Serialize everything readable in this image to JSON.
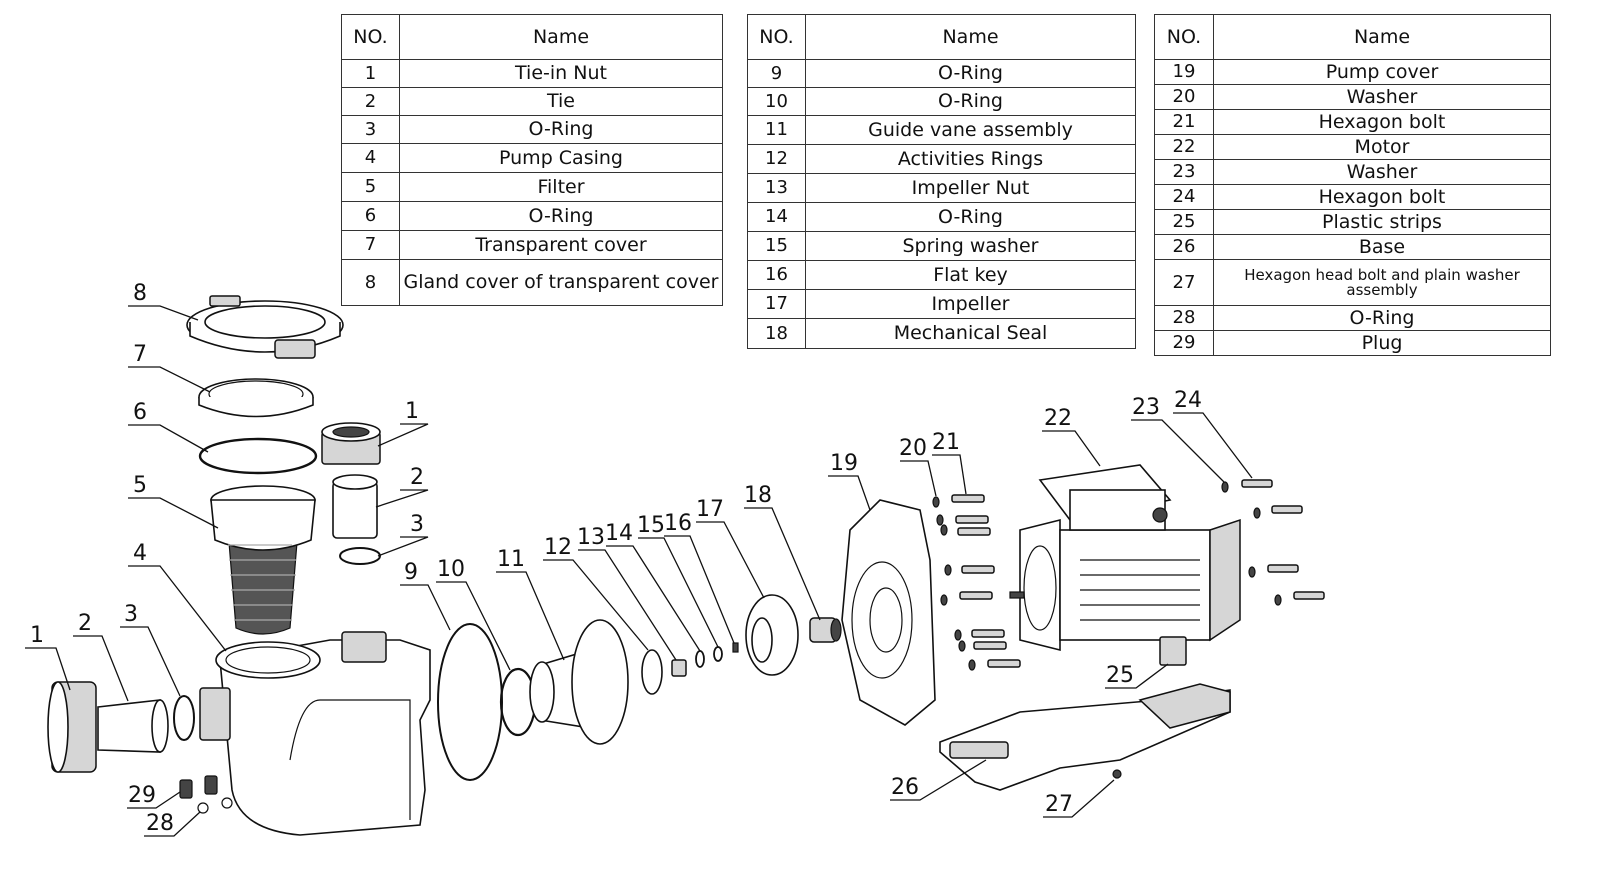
{
  "tables": [
    {
      "header": {
        "no": "NO.",
        "name": "Name"
      },
      "rows": [
        {
          "no": "1",
          "name": "Tie-in Nut"
        },
        {
          "no": "2",
          "name": "Tie"
        },
        {
          "no": "3",
          "name": "O-Ring"
        },
        {
          "no": "4",
          "name": "Pump Casing"
        },
        {
          "no": "5",
          "name": "Filter"
        },
        {
          "no": "6",
          "name": "O-Ring"
        },
        {
          "no": "7",
          "name": "Transparent cover"
        },
        {
          "no": "8",
          "name": "Gland cover of transparent cover"
        }
      ]
    },
    {
      "header": {
        "no": "NO.",
        "name": "Name"
      },
      "rows": [
        {
          "no": "9",
          "name": "O-Ring"
        },
        {
          "no": "10",
          "name": "O-Ring"
        },
        {
          "no": "11",
          "name": "Guide vane assembly"
        },
        {
          "no": "12",
          "name": "Activities Rings"
        },
        {
          "no": "13",
          "name": "Impeller Nut"
        },
        {
          "no": "14",
          "name": "O-Ring"
        },
        {
          "no": "15",
          "name": "Spring washer"
        },
        {
          "no": "16",
          "name": "Flat key"
        },
        {
          "no": "17",
          "name": "Impeller"
        },
        {
          "no": "18",
          "name": "Mechanical Seal"
        }
      ]
    },
    {
      "header": {
        "no": "NO.",
        "name": "Name"
      },
      "rows": [
        {
          "no": "19",
          "name": "Pump cover"
        },
        {
          "no": "20",
          "name": "Washer"
        },
        {
          "no": "21",
          "name": "Hexagon bolt"
        },
        {
          "no": "22",
          "name": "Motor"
        },
        {
          "no": "23",
          "name": "Washer"
        },
        {
          "no": "24",
          "name": "Hexagon bolt"
        },
        {
          "no": "25",
          "name": "Plastic strips"
        },
        {
          "no": "26",
          "name": "Base"
        },
        {
          "no": "27",
          "name": "Hexagon head bolt and plain washer assembly"
        },
        {
          "no": "28",
          "name": "O-Ring"
        },
        {
          "no": "29",
          "name": "Plug"
        }
      ]
    }
  ],
  "callouts": {
    "c8": "8",
    "c7": "7",
    "c6": "6",
    "c1a": "1",
    "c2a": "2",
    "c3a": "3",
    "c5": "5",
    "c4": "4",
    "c1b": "1",
    "c2b": "2",
    "c3b": "3",
    "c9": "9",
    "c10": "10",
    "c11": "11",
    "c12": "12",
    "c13": "13",
    "c14": "14",
    "c15": "15",
    "c16": "16",
    "c17": "17",
    "c18": "18",
    "c19": "19",
    "c20": "20",
    "c21": "21",
    "c22": "22",
    "c23": "23",
    "c24": "24",
    "c25": "25",
    "c26": "26",
    "c27": "27",
    "c28": "28",
    "c29": "29"
  }
}
